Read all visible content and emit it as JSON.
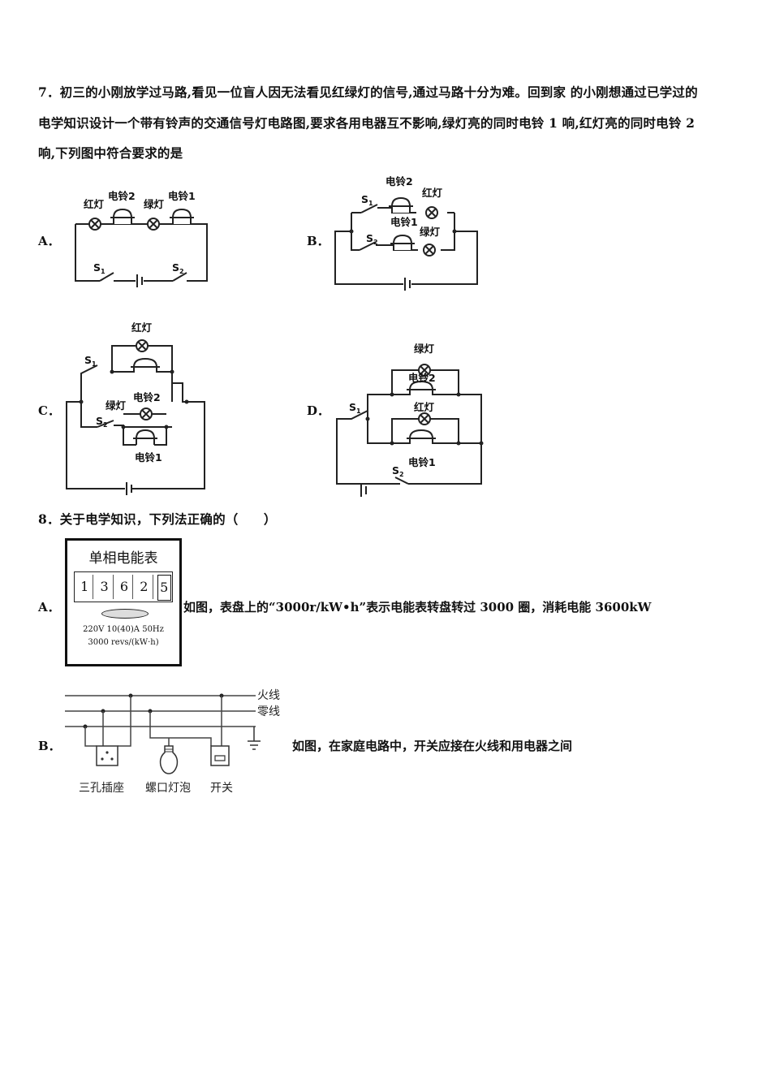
{
  "q7": {
    "line1": "7．初三的小刚放学过马路,看见一位盲人因无法看见红绿灯的信号,通过马路十分为难。回到家 的小刚想通过已学过的",
    "line2": "电学知识设计一个带有铃声的交通信号灯电路图,要求各用电器互不影响,绿灯亮的同时电铃 1 响,红灯亮的同时电铃 2",
    "line3": "响,下列图中符合要求的是",
    "options": {
      "a": "A．",
      "b": "B．",
      "c": "C．",
      "d": "D．"
    },
    "labels": {
      "red_lamp": "红灯",
      "green_lamp": "绿灯",
      "bell1": "电铃1",
      "bell2": "电铃2",
      "s": "S",
      "sub1": "1",
      "sub2": "2"
    }
  },
  "q8": {
    "stem": "8．关于电学知识，下列法正确的（　　）",
    "option_a_label": "A．",
    "option_a_text": "如图，表盘上的“3000r/kW•h”表示电能表转盘转过 3000 圈，消耗电能 3600kW",
    "option_b_label": "B．",
    "option_b_text": "如图，在家庭电路中，开关应接在火线和用电器之间",
    "meter": {
      "title": "单相电能表",
      "digits": [
        "1",
        "3",
        "6",
        "2",
        "5"
      ],
      "spec1": "220V 10(40)A 50Hz",
      "spec2": "3000 revs/(kW·h)"
    },
    "household": {
      "live": "火线",
      "neutral": "零线",
      "socket": "三孔插座",
      "bulb": "螺口灯泡",
      "switch": "开关"
    }
  }
}
